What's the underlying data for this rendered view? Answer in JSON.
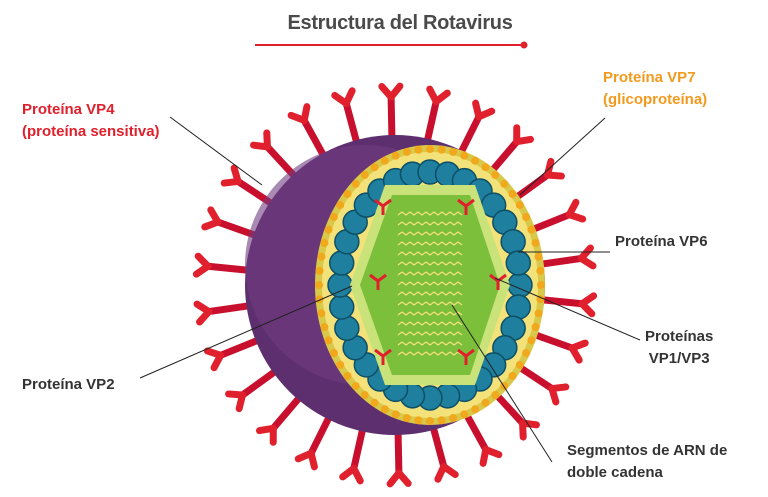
{
  "title": "Estructura del Rotavirus",
  "labels": {
    "vp4_line1": "Proteína VP4",
    "vp4_line2": "(proteína sensitiva)",
    "vp7_line1": "Proteína VP7",
    "vp7_line2": "(glicoproteína)",
    "vp6": "Proteína VP6",
    "vp1vp3_line1": "Proteínas",
    "vp1vp3_line2": "VP1/VP3",
    "vp2": "Proteína VP2",
    "arn_line1": "Segmentos de ARN de",
    "arn_line2": "doble cadena"
  },
  "colors": {
    "accent_red": "#e0202c",
    "accent_orange": "#f29a1d",
    "capsid_purple": "#5e2f6e",
    "bead_blue": "#1f7f9e",
    "yellow_layer": "#f3e27a",
    "core_green": "#7cbf3a"
  }
}
